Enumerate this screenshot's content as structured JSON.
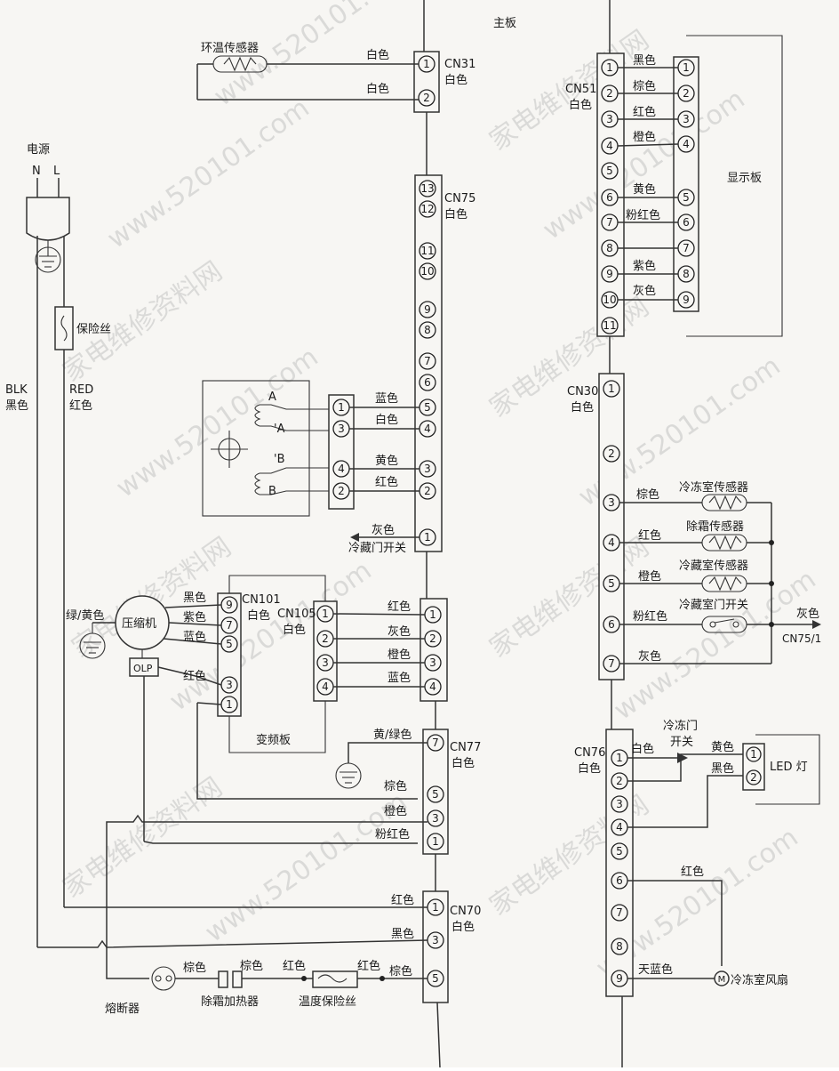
{
  "main_board": "主板",
  "display_board": "显示板",
  "inverter_board": "变频板",
  "led": "LED 灯",
  "power": {
    "title": "电源",
    "n": "N",
    "l": "L",
    "blk": "BLK",
    "black": "黑色",
    "red": "RED",
    "red_cn": "红色"
  },
  "fuse": "保险丝",
  "ambient_sensor": "环温传感器",
  "compressor": "压缩机",
  "olp": "OLP",
  "ground": "绿/黄色",
  "thermal_fuse": "熔断器",
  "defrost_heater": "除霜加热器",
  "temp_fuse": "温度保险丝",
  "freezer_sensor": "冷冻室传感器",
  "defrost_sensor": "除霜传感器",
  "fridge_sensor": "冷藏室传感器",
  "fridge_door_switch": "冷藏门开关",
  "fridge_door_switch2": "冷藏室门开关",
  "freezer_door": "冷冻门",
  "freezer_door2": "开关",
  "fan_m": "M",
  "fan": "冷冻室风扇",
  "motor": {
    "a": "A",
    "a2": "'A",
    "b2": "'B",
    "b": "B"
  },
  "cn75_1": "CN75/1",
  "connectors": {
    "cn31": {
      "name": "CN31",
      "color": "白色"
    },
    "cn75": {
      "name": "CN75",
      "color": "白色"
    },
    "cn101": {
      "name": "CN101",
      "color": "白色"
    },
    "cn105": {
      "name": "CN105",
      "color": "白色"
    },
    "cn77": {
      "name": "CN77",
      "color": "白色"
    },
    "cn70": {
      "name": "CN70",
      "color": "白色"
    },
    "cn51": {
      "name": "CN51",
      "color": "白色"
    },
    "cn30": {
      "name": "CN30",
      "color": "白色"
    },
    "cn76": {
      "name": "CN76",
      "color": "白色"
    }
  },
  "wires": {
    "cn31": [
      "白色",
      "白色"
    ],
    "cn75": [
      "蓝色",
      "白色",
      "黄色",
      "红色",
      "灰色"
    ],
    "cn101": [
      "黑色",
      "紫色",
      "蓝色",
      "红色"
    ],
    "cn105": [
      "红色",
      "灰色",
      "橙色",
      "蓝色"
    ],
    "cn77": [
      "黄/绿色",
      "棕色",
      "橙色",
      "粉红色"
    ],
    "cn70": [
      "红色",
      "黑色",
      "棕色"
    ],
    "cn51": [
      "黑色",
      "棕色",
      "红色",
      "橙色",
      "黄色",
      "粉红色",
      "紫色",
      "灰色"
    ],
    "cn30": [
      "棕色",
      "红色",
      "橙色",
      "粉红色",
      "灰色",
      "灰色"
    ],
    "cn76": [
      "白色",
      "黄色",
      "黑色",
      "红色",
      "天蓝色"
    ],
    "bottom": [
      "棕色",
      "棕色",
      "红色",
      "红色"
    ]
  },
  "watermark": [
    "家电维修资料网",
    "www.520101.com"
  ]
}
